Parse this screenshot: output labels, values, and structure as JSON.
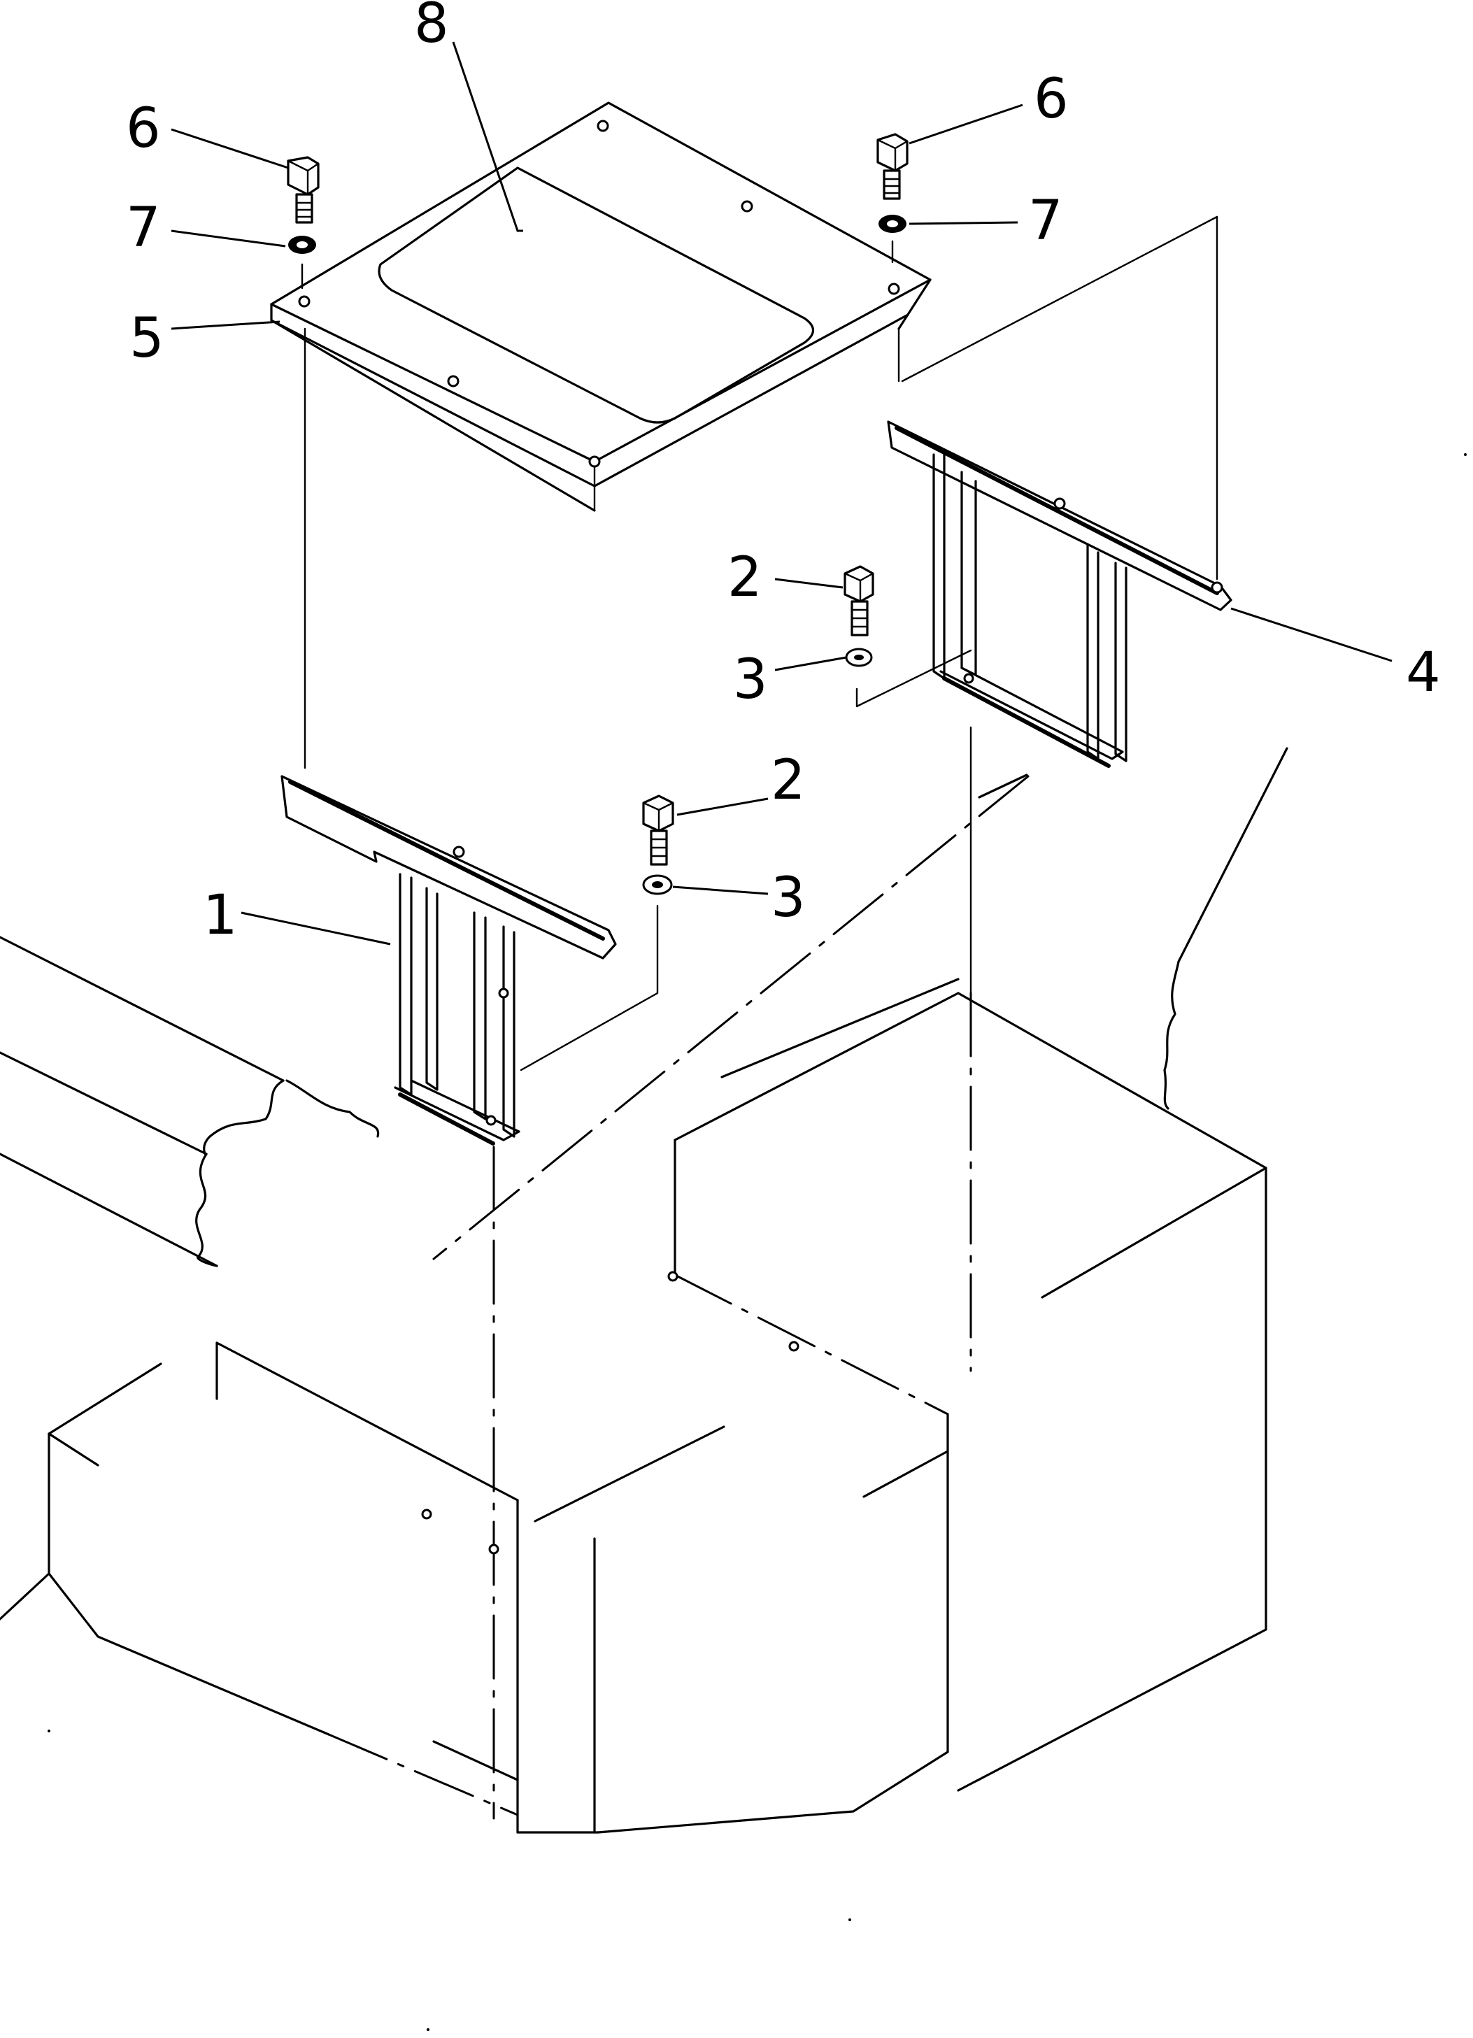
{
  "diagram": {
    "callouts": [
      {
        "id": "c8",
        "label": "8"
      },
      {
        "id": "c6a",
        "label": "6"
      },
      {
        "id": "c6b",
        "label": "6"
      },
      {
        "id": "c7a",
        "label": "7"
      },
      {
        "id": "c7b",
        "label": "7"
      },
      {
        "id": "c5",
        "label": "5"
      },
      {
        "id": "c2a",
        "label": "2"
      },
      {
        "id": "c3a",
        "label": "3"
      },
      {
        "id": "c4",
        "label": "4"
      },
      {
        "id": "c2b",
        "label": "2"
      },
      {
        "id": "c1",
        "label": "1"
      },
      {
        "id": "c3b",
        "label": "3"
      }
    ]
  }
}
